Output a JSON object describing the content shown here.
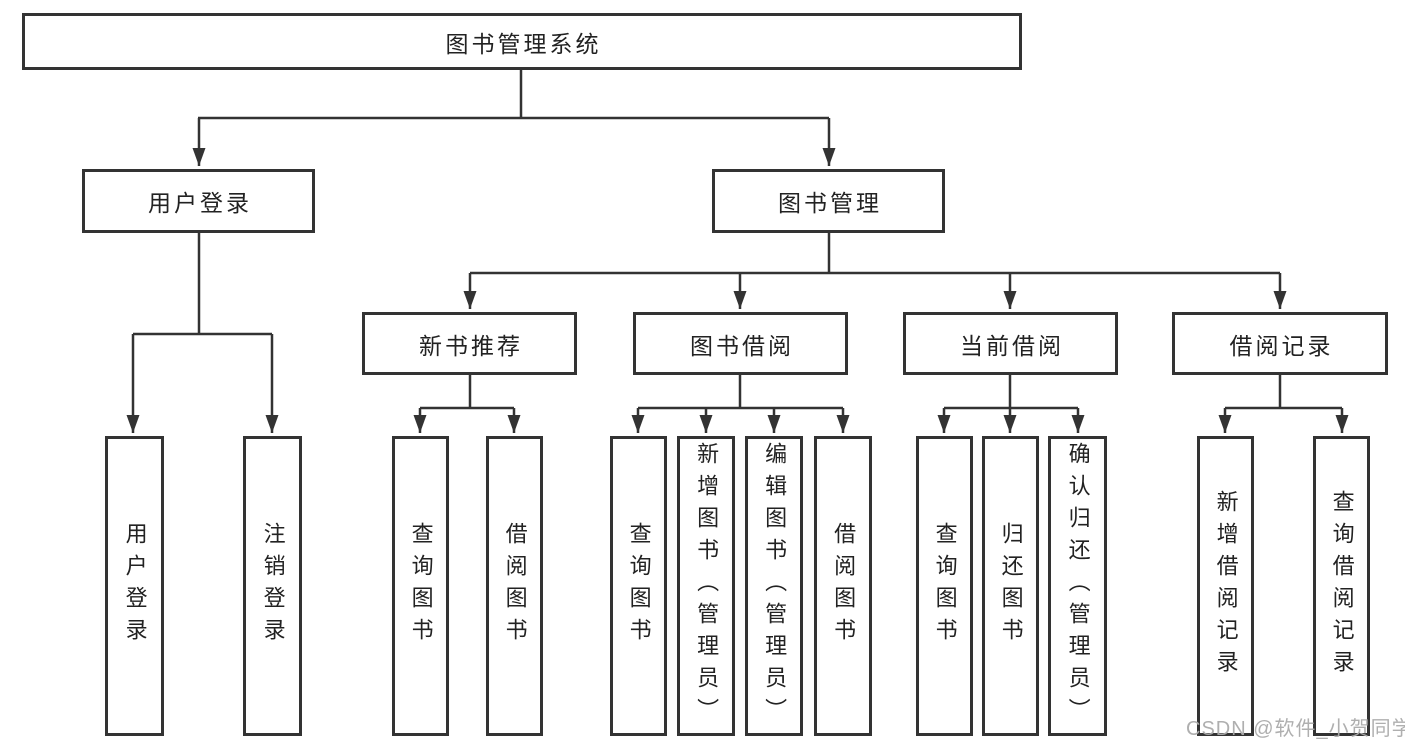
{
  "tree": {
    "root": "图书管理系统",
    "branches": [
      {
        "label": "用户登录",
        "children": [
          "用户登录",
          "注销登录"
        ]
      },
      {
        "label": "图书管理",
        "groups": [
          {
            "label": "新书推荐",
            "children": [
              "查询图书",
              "借阅图书"
            ]
          },
          {
            "label": "图书借阅",
            "children": [
              "查询图书",
              "新增图书（管理员）",
              "编辑图书（管理员）",
              "借阅图书"
            ]
          },
          {
            "label": "当前借阅",
            "children": [
              "查询图书",
              "归还图书",
              "确认归还（管理员）"
            ]
          },
          {
            "label": "借阅记录",
            "children": [
              "新增借阅记录",
              "查询借阅记录"
            ]
          }
        ]
      }
    ]
  },
  "watermark": "CSDN @软件_小贺同学",
  "colors": {
    "line": "#333333",
    "box_border": "#333333",
    "text": "#222222",
    "watermark": "#ababab",
    "background": "#ffffff"
  }
}
